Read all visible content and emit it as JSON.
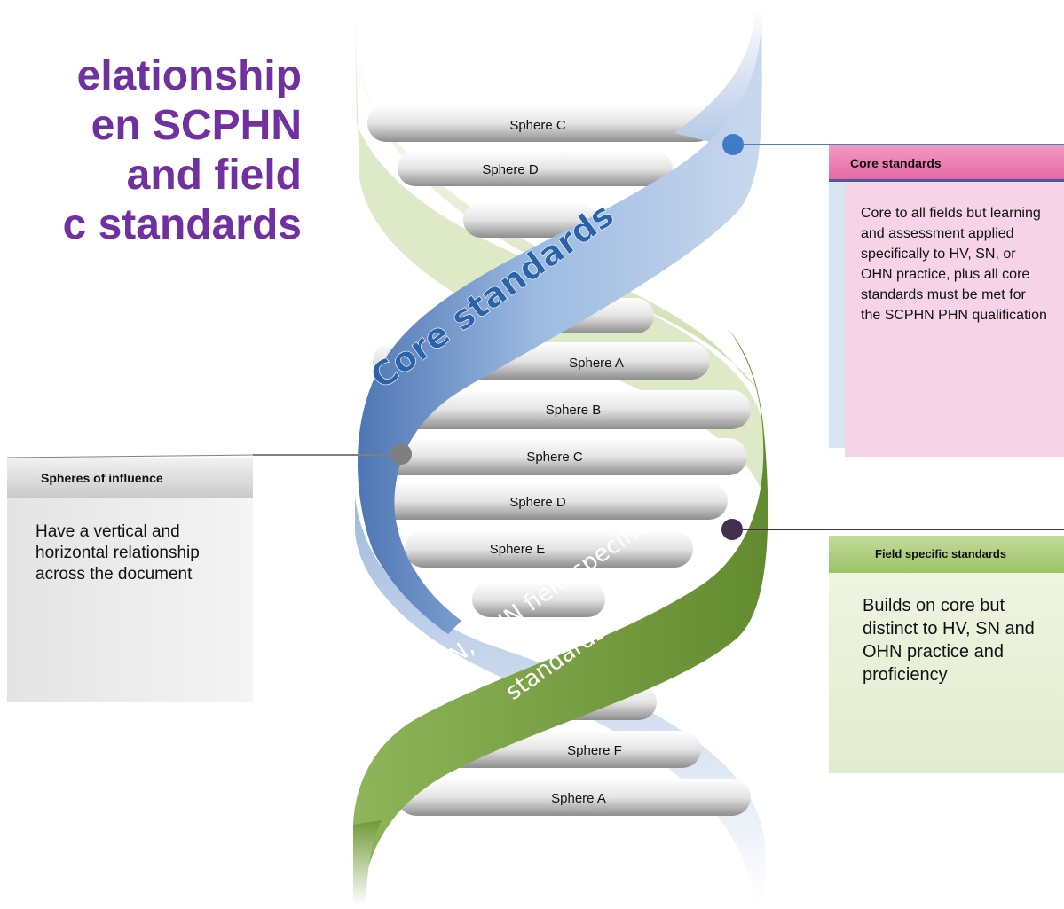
{
  "title": {
    "line1": "elationship",
    "line2": "en SCPHN",
    "line3": "and field",
    "line4": "c standards"
  },
  "helix": {
    "core_label": "Core standards",
    "field_label_1": "HV, SN, OHN field specific",
    "field_label_2": "standards",
    "rungs": [
      "Sphere C",
      "Sphere D",
      "Sphere A",
      "Sphere B",
      "Sphere C",
      "Sphere D",
      "Sphere E",
      "Sphere F",
      "Sphere A"
    ]
  },
  "callouts": {
    "core": {
      "heading": "Core standards",
      "text": "Core to all fields  but learning and assessment applied specifically to HV, SN, or OHN practice, plus all core standards must be met for the SCPHN PHN qualification"
    },
    "spheres": {
      "heading": "Spheres of influence",
      "text": "Have a vertical and horizontal relationship across the document"
    },
    "field": {
      "heading": "Field specific standards",
      "text": "Builds on core but distinct to HV, SN and OHN practice and proficiency"
    }
  },
  "colors": {
    "title": "#7030a0",
    "core_ribbon": "#a9c2e3",
    "field_ribbon": "#77a03b",
    "light_green": "#d2e2b1",
    "core_dot": "#3f7bc6",
    "spheres_dot": "#7f7f7f",
    "field_dot": "#40304e"
  }
}
